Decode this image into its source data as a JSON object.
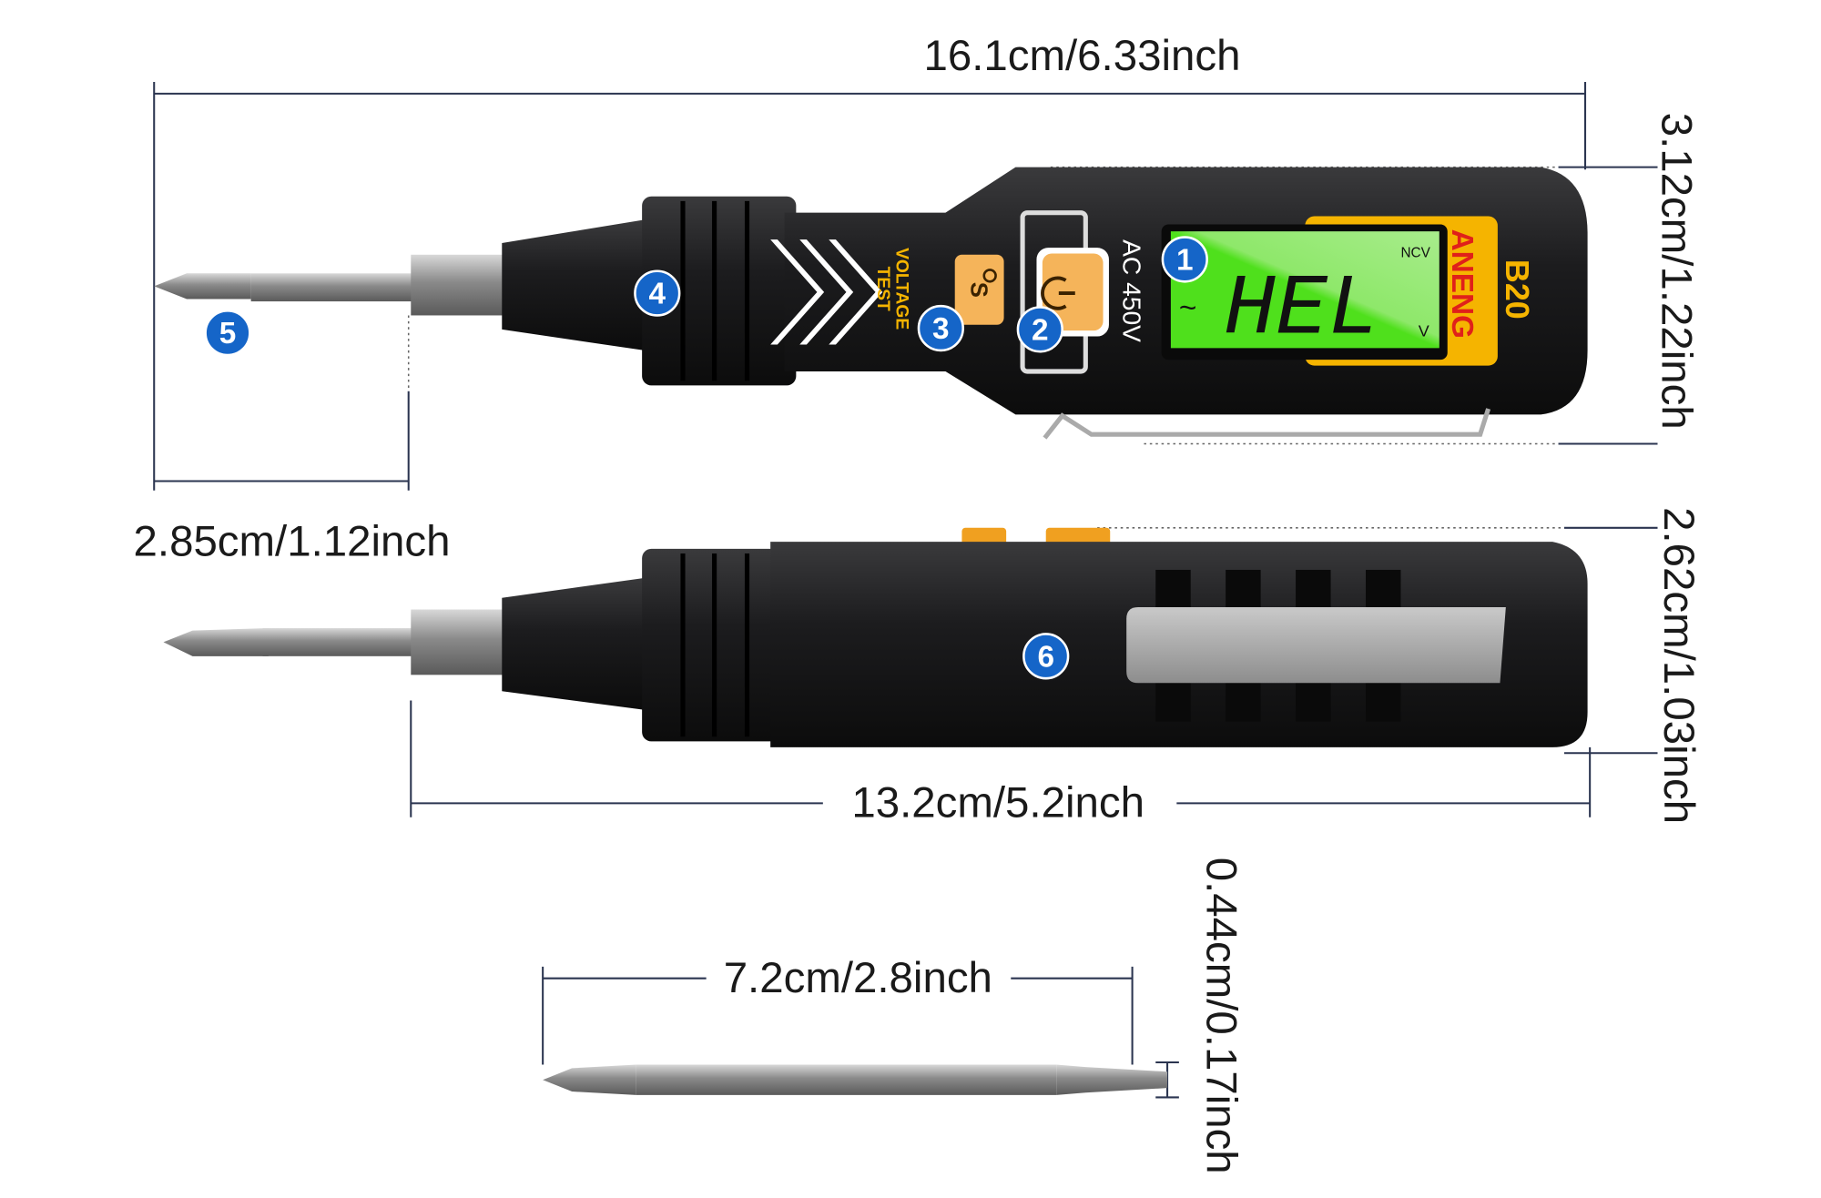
{
  "dimensions": {
    "total_length": "16.1cm/6.33inch",
    "head_height": "3.12cm/1.22inch",
    "bit_exposed": "2.85cm/1.12inch",
    "side_height": "2.62cm/1.03inch",
    "body_length": "13.2cm/5.2inch",
    "bit_length": "7.2cm/2.8inch",
    "bit_diameter": "0.44cm/0.17inch"
  },
  "device": {
    "lcd_reading": "HEL",
    "lcd_ac_symbol": "~",
    "lcd_ncv": "NCV",
    "lcd_unit": "V",
    "rating": "AC 450V",
    "voltage_label": "VOLTAGE",
    "test_label": "TEST",
    "brand": "ANENG",
    "model": "B20",
    "button_s": "S"
  },
  "badges": [
    "1",
    "2",
    "3",
    "4",
    "5",
    "6"
  ],
  "colors": {
    "accent": "#f5a623",
    "lcd": "#7be34a",
    "badge": "#1565c8",
    "body": "#1c1c1e"
  }
}
